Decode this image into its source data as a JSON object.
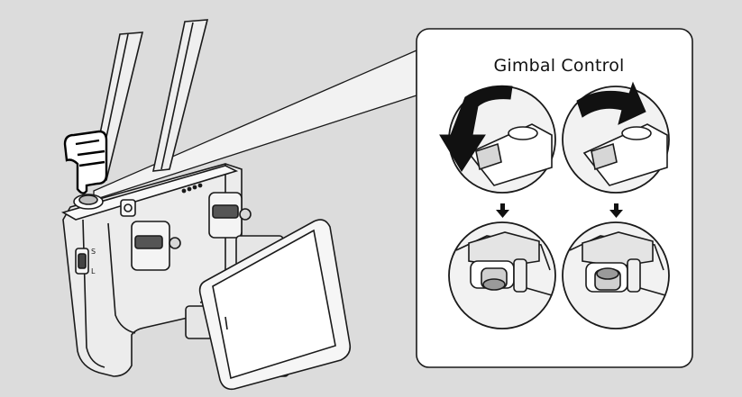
{
  "callout": {
    "title": "Gimbal Control"
  },
  "controller": {
    "switch_top_label": "S",
    "switch_bottom_label": "L"
  },
  "icons": [
    "hand-pointer-icon",
    "tilt-down-arrow-icon",
    "tilt-up-arrow-icon",
    "down-arrow-icon"
  ],
  "colors": {
    "background": "#dcdcdc",
    "line": "#1a1a1a",
    "panel": "#ffffff",
    "callout_fill": "#f4f4f4"
  }
}
